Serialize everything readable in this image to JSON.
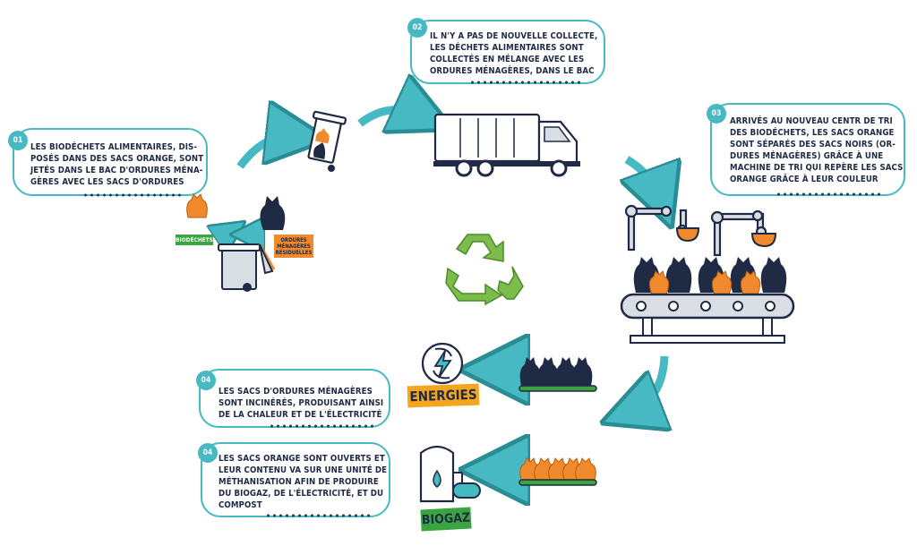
{
  "steps": [
    {
      "number": "01",
      "text": [
        "LES BIODÉCHETS ALIMENTAIRES, DIS-",
        "POSÉS DANS DES SACS ORANGE, SONT",
        "JETÉS DANS LE BAC D'ORDURES MÉNA-",
        "GÈRES AVEC LES SACS D'ORDURES"
      ]
    },
    {
      "number": "02",
      "text": [
        "IL N'Y A PAS DE NOUVELLE COLLECTE,",
        "LES DÉCHETS ALIMENTAIRES SONT",
        "COLLECTÉS EN MÉLANGE AVEC LES",
        "ORDURES MÉNAGÈRES, DANS LE BAC"
      ]
    },
    {
      "number": "03",
      "text": [
        "ARRIVÉS AU NOUVEAU CENTR DE TRI",
        "DES BIODÉCHETS, LES SACS ORANGE",
        "SONT SÉPARÉS DES SACS NOIRS (OR-",
        "DURES MÉNAGÈRES) GRÂCE À UNE",
        "MACHINE DE TRI QUI REPÈRE LES SACS",
        "ORANGE GRÂCE À LEUR COULEUR"
      ]
    },
    {
      "number": "04",
      "text": [
        "LES SACS D'ORDURES MÉNAGÈRES",
        "SONT INCINÉRÉS, PRODUISANT AINSI",
        "DE LA CHALEUR ET DE L'ÉLECTRICITÉ"
      ]
    },
    {
      "number": "04",
      "text": [
        "LES SACS ORANGE SONT OUVERTS ET",
        "LEUR CONTENU VA SUR UNE UNITÉ DE",
        "MÉTHANISATION AFIN DE PRODUIRE",
        "DU BIOGAZ,  DE L'ÉLECTRICITÉ, ET DU",
        "COMPOST"
      ]
    }
  ],
  "labels": {
    "biodechets": "BIODÉCHETS",
    "ordures": [
      "ORDURES",
      "MÉNAGÈRES",
      "RÉSIDUELLES"
    ],
    "energies": "ENERGIES",
    "biogaz": "BIOGAZ"
  },
  "colors": {
    "teal": "#46b9c2",
    "orange": "#f08a2c",
    "navy": "#1f2a44",
    "green": "#3aa540",
    "recycle": "#7cbc4a",
    "grey": "#d9dde4"
  },
  "icons": [
    "trash-bin-icon",
    "garbage-truck-icon",
    "sorting-machine-icon",
    "recycle-icon",
    "energy-icon",
    "biogas-tank-icon"
  ]
}
